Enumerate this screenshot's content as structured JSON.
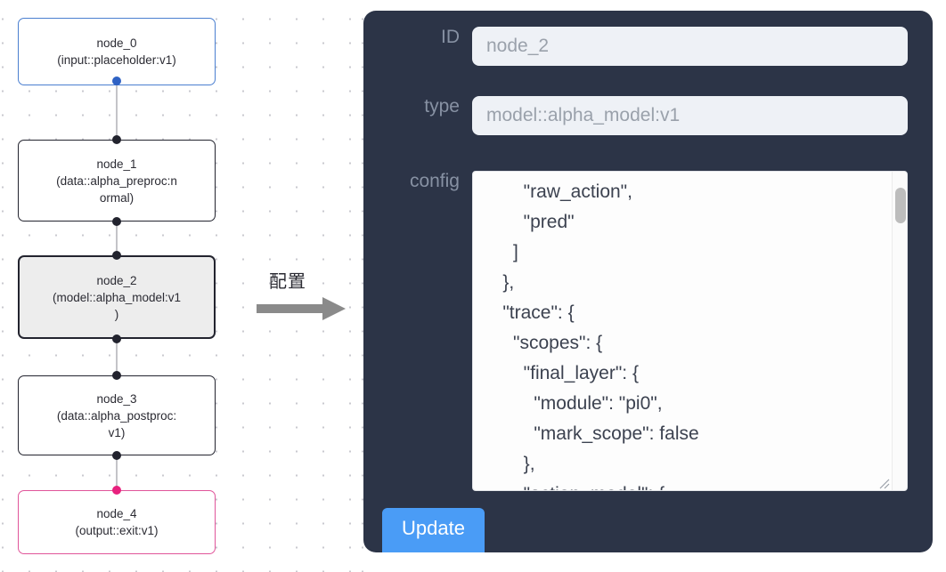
{
  "graph": {
    "nodes": [
      {
        "id": "node_0",
        "label": "node_0\n(input::placeholder:v1)",
        "kind": "input",
        "selected": false
      },
      {
        "id": "node_1",
        "label": "node_1\n(data::alpha_preproc:n\normal)",
        "kind": "default",
        "selected": false
      },
      {
        "id": "node_2",
        "label": "node_2\n(model::alpha_model:v1\n)",
        "kind": "model",
        "selected": true
      },
      {
        "id": "node_3",
        "label": "node_3\n(data::alpha_postproc:\nv1)",
        "kind": "default",
        "selected": false
      },
      {
        "id": "node_4",
        "label": "node_4\n(output::exit:v1)",
        "kind": "output",
        "selected": false
      }
    ],
    "edges": [
      "node_0->node_1",
      "node_1->node_2",
      "node_2->node_3",
      "node_3->node_4"
    ],
    "colors": {
      "input_border": "#4a7fd0",
      "output_border": "#e0559a",
      "default_border": "#23242f",
      "selected_fill": "#ededed",
      "edge_line": "#c4c4c8",
      "port": "#22232e",
      "port_input": "#2f62c4",
      "port_output": "#e8217e",
      "canvas_dot": "#c9c9cf"
    }
  },
  "arrow": {
    "caption": "配置",
    "color": "#8a8a8a"
  },
  "panel": {
    "background": "#2c3447",
    "fields": {
      "id": {
        "label": "ID",
        "value": "node_2",
        "placeholder": "node id"
      },
      "type": {
        "label": "type",
        "value": "model::alpha_model:v1",
        "placeholder": "node type"
      },
      "config": {
        "label": "config",
        "value": "        \"raw_action\",\n        \"pred\"\n      ]\n    },\n    \"trace\": {\n      \"scopes\": {\n        \"final_layer\": {\n          \"module\": \"pi0\",\n          \"mark_scope\": false\n        },\n        \"action_model\": {",
        "placeholder": "config json"
      }
    },
    "update_button": {
      "label": "Update",
      "color": "#4a9cf6"
    },
    "scrollbar": {
      "thumb_color": "#bdbdbd"
    }
  }
}
